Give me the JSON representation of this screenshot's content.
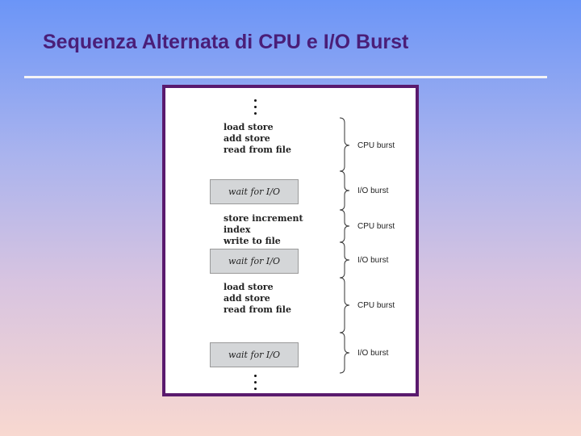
{
  "slide": {
    "title": "Sequenza Alternata di CPU e I/O Burst"
  },
  "diagram": {
    "segments": [
      {
        "type": "code",
        "lines": [
          "load store",
          "add store",
          "read from file"
        ],
        "burst_label": "CPU burst"
      },
      {
        "type": "wait",
        "text": "wait for I/O",
        "burst_label": "I/O burst"
      },
      {
        "type": "code",
        "lines": [
          "store increment",
          "index",
          "write to file"
        ],
        "burst_label": "CPU burst"
      },
      {
        "type": "wait",
        "text": "wait for I/O",
        "burst_label": "I/O burst"
      },
      {
        "type": "code",
        "lines": [
          "load store",
          "add store",
          "read from file"
        ],
        "burst_label": "CPU burst"
      },
      {
        "type": "wait",
        "text": "wait for I/O",
        "burst_label": "I/O burst"
      }
    ]
  },
  "colors": {
    "title": "#4a1e78",
    "frame_border": "#5a1a6e",
    "wait_box_fill": "#d4d6d8"
  }
}
